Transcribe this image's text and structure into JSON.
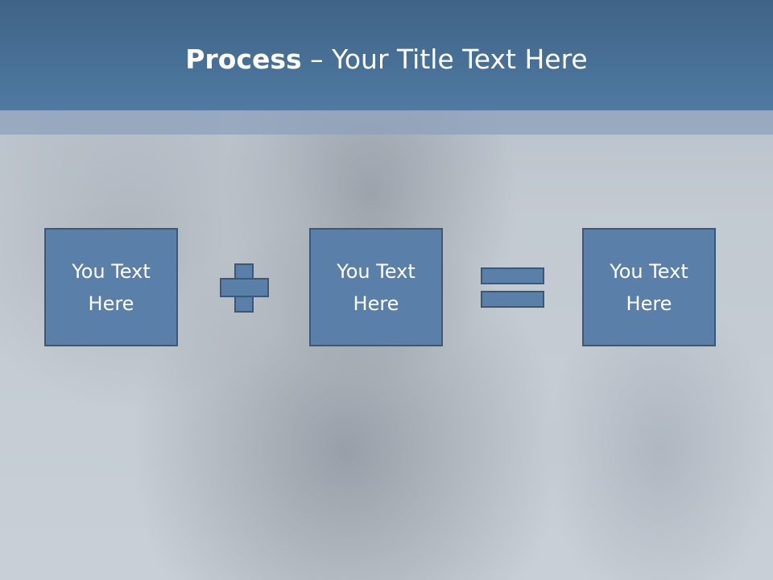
{
  "title": {
    "bold": "Process",
    "rest": " – Your Title Text Here"
  },
  "boxes": [
    {
      "text": "You Text Here"
    },
    {
      "text": "You Text Here"
    },
    {
      "text": "You Text Here"
    }
  ],
  "colors": {
    "title_bar": "#4f7aa2",
    "shape_fill": "#5a7fa8",
    "shape_border": "#3d5874"
  },
  "icons": [
    "plus-icon",
    "equals-icon"
  ]
}
